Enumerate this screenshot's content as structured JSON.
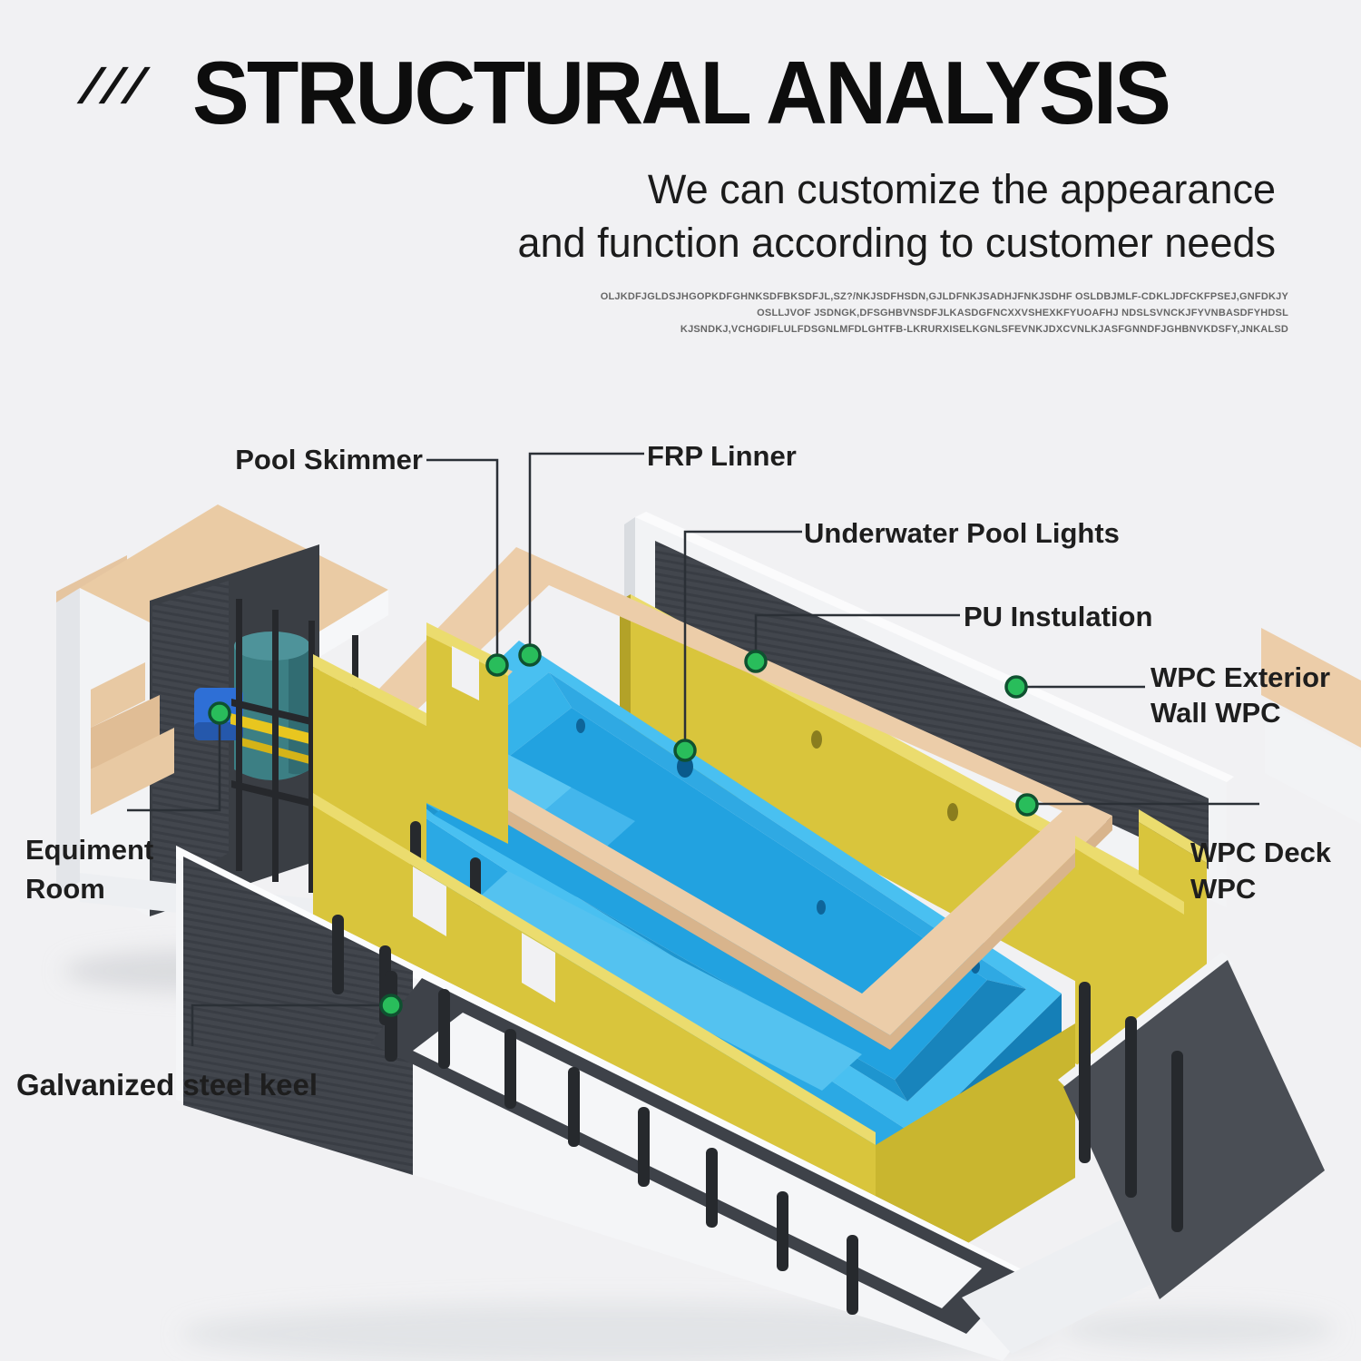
{
  "header": {
    "slashes": "///",
    "title": "STRUCTURAL ANALYSIS",
    "subtitle_line1": "We can customize the appearance",
    "subtitle_line2": "and function according to customer needs",
    "fineprint_line1": "OLJKDFJGLDSJHGOPKDFGHNKSDFBKSDFJL,SZ?/NKJSDFHSDN,GJLDFNKJSADHJFNKJSDHF OSLDBJMLF-CDKLJDFCKFPSEJ,GNFDKJY",
    "fineprint_line2": "OSLLJVOF JSDNGK,DFSGHBVNSDFJLKASDGFNCXXVSHEXKFYUOAFHJ NDSLSVNCKJFYVNBASDFYHDSL",
    "fineprint_line3": "KJSNDKJ,VCHGDIFLULFDSGNLMFDLGHTFB-LKRURXISELKGNLSFEVNKJDXCVNLKJASFGNNDFJGHBNVKDSFY,JNKALSD"
  },
  "diagram": {
    "labels": {
      "pool_skimmer": "Pool Skimmer",
      "frp_linner": "FRP Linner",
      "underwater_pool_lights": "Underwater Pool Lights",
      "pu_instulation": "PU Instulation",
      "wpc_exterior_wall_line1": "WPC Exterior",
      "wpc_exterior_wall_line2": "Wall WPC",
      "wpc_deck_line1": "WPC Deck",
      "wpc_deck_line2": "WPC",
      "equiment_room_line1": "Equiment",
      "equiment_room_line2": "Room",
      "galvanized_steel_keel": "Galvanized steel keel"
    },
    "colors": {
      "pool_blue": "#2AA9E6",
      "insulation_yellow": "#D9C53C",
      "deck_tan": "#ECCDA9",
      "wall_white": "#F4F5F7",
      "panel_dark": "#42464D",
      "marker_green": "#29BD5B",
      "leader_line": "#2B3036",
      "background": "#F1F1F3"
    }
  }
}
